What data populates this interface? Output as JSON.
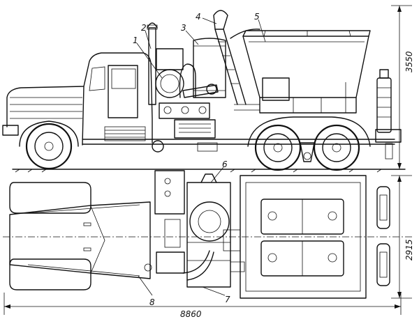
{
  "callouts": [
    "1",
    "2",
    "3",
    "4",
    "5",
    "6",
    "7",
    "8"
  ],
  "dimensions": {
    "height": "3550",
    "width": "2915",
    "length": "8860"
  },
  "colors": {
    "ink": "#111111",
    "paper": "#ffffff"
  }
}
